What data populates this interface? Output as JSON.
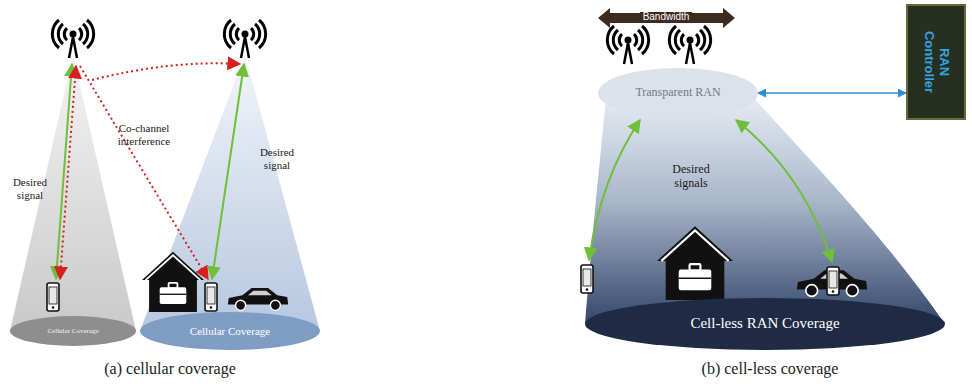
{
  "diagram": {
    "nodes": [
      {
        "text": [
          "Cellular Coverage"
        ]
      },
      {
        "text": [
          "Cellular Coverage"
        ]
      },
      {
        "text": [
          "Transparent RAN"
        ]
      },
      {
        "text": [
          "RAN Controller"
        ]
      },
      {
        "text": [
          "Cell-less RAN Coverage"
        ]
      }
    ],
    "edges": [
      {
        "from": 2,
        "to": 3,
        "arrow": "both"
      }
    ],
    "labels": [
      "Desired signal",
      "Co-channel interference",
      "Desired signal",
      "Bandwidth",
      "Desired signals",
      "(a) cellular coverage",
      "(b) cell-less coverage"
    ]
  }
}
